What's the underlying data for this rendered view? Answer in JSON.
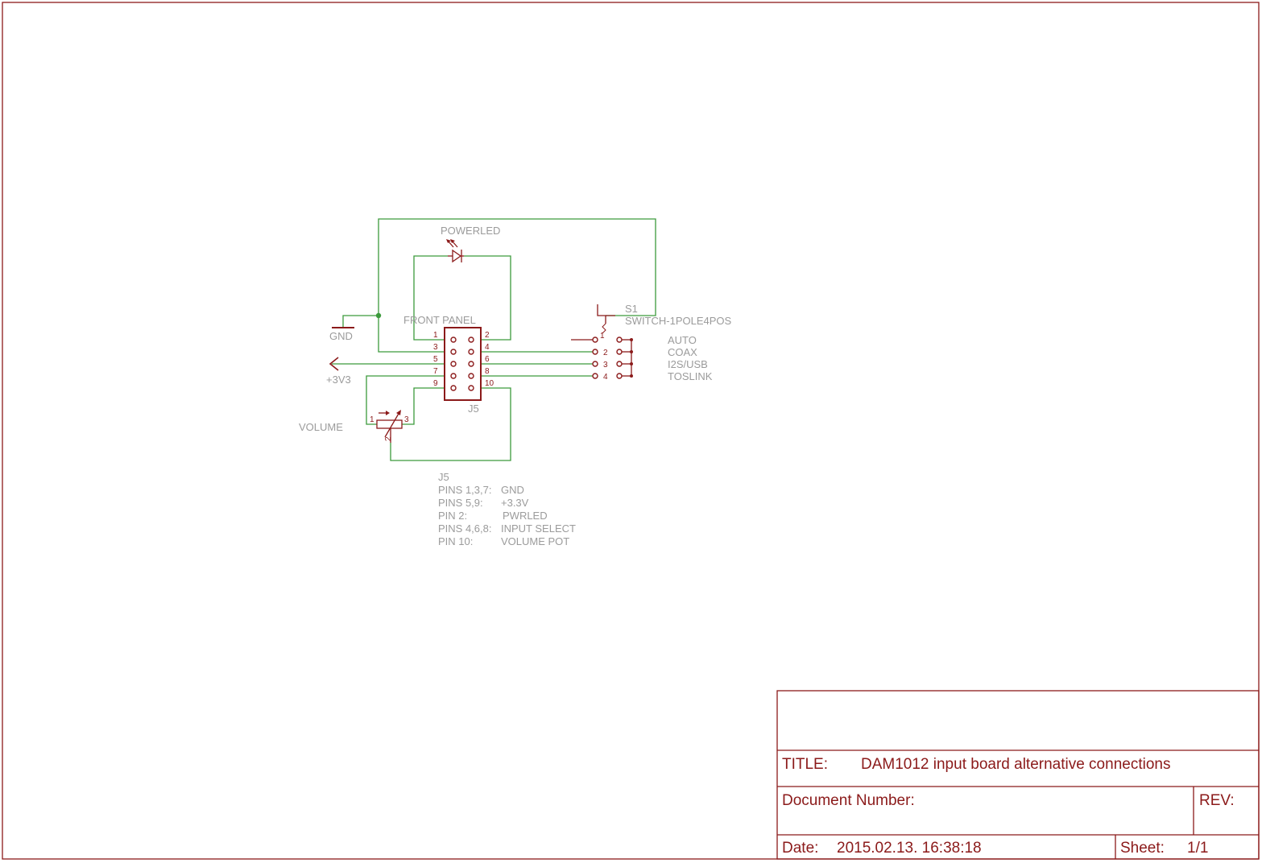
{
  "schematic": {
    "power_led_label": "POWERLED",
    "front_panel_label": "FRONT PANEL",
    "gnd_label": "GND",
    "v33_label": "+3V3",
    "volume_label": "VOLUME",
    "connector_ref": "J5",
    "switch_ref": "S1",
    "switch_value": "SWITCH-1POLE4POS",
    "connector_pins_left": [
      "1",
      "3",
      "5",
      "7",
      "9"
    ],
    "connector_pins_right": [
      "2",
      "4",
      "6",
      "8",
      "10"
    ],
    "switch_pins": [
      "1",
      "2",
      "3",
      "4"
    ],
    "switch_positions": [
      "AUTO",
      "COAX",
      "I2S/USB",
      "TOSLINK"
    ],
    "pot_pins": [
      "1",
      "2",
      "3"
    ],
    "notes": {
      "header": "J5",
      "rows": [
        {
          "pins": "PINS 1,3,7:",
          "func": "GND"
        },
        {
          "pins": "PINS 5,9:",
          "func": "+3.3V"
        },
        {
          "pins": "PIN 2:",
          "func": "PWRLED"
        },
        {
          "pins": "PINS 4,6,8:",
          "func": "INPUT SELECT"
        },
        {
          "pins": "PIN 10:",
          "func": "VOLUME POT"
        }
      ]
    }
  },
  "title_block": {
    "title_label": "TITLE:",
    "title_value": "DAM1012 input board alternative connections",
    "docnum_label": "Document Number:",
    "rev_label": "REV:",
    "date_label": "Date:",
    "date_value": "2015.02.13. 16:38:18",
    "sheet_label": "Sheet:",
    "sheet_value": "1/1"
  },
  "colors": {
    "frame": "#8b1a1a",
    "wire": "#3c9a3c",
    "label": "#9b9b9b"
  }
}
